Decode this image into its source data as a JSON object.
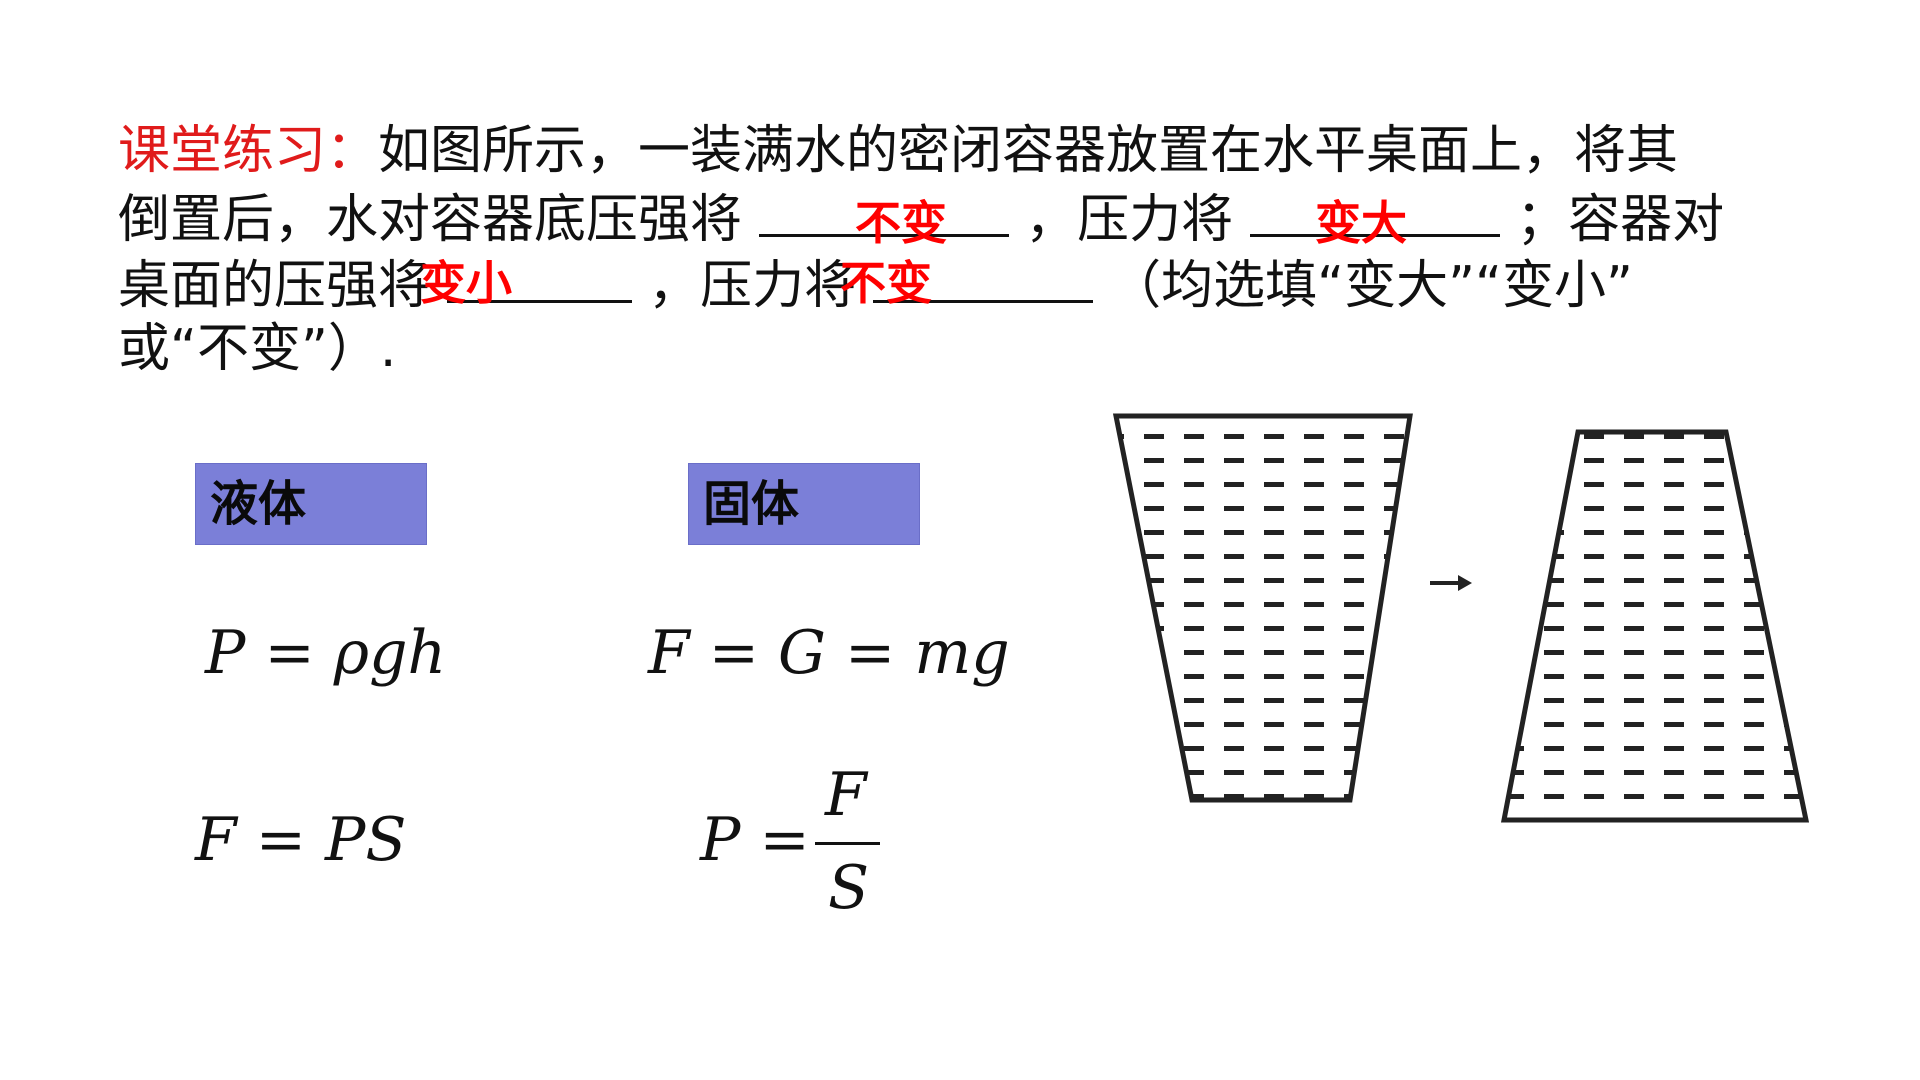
{
  "question": {
    "prefix": "课堂练习：",
    "line1_rest": "如图所示，一装满水的密闭容器放置在水平桌面上，将其",
    "line2_a": "倒置后，水对容器底压强将",
    "line2_b": "，压力将",
    "line2_c": "；容器对",
    "line3_a": "桌面的压强将",
    "line3_b": "，压力将",
    "line3_c": "（均选填“变大”“变小”",
    "line4": "或“不变”）."
  },
  "answers": {
    "a1": "不变",
    "a2": "变大",
    "a3": "变小",
    "a4": "不变"
  },
  "boxes": {
    "liquid": "液体",
    "solid": "固体"
  },
  "formulas": {
    "liquid_pressure": "P = ρgh",
    "liquid_force": "F = PS",
    "solid_force": "F = G = mg",
    "solid_pressure_lhs": "P =",
    "solid_pressure_num": "F",
    "solid_pressure_den": "S"
  },
  "colors": {
    "prefix": "#e01b1b",
    "answer": "#ff0000",
    "box": "#7b7fd8"
  }
}
